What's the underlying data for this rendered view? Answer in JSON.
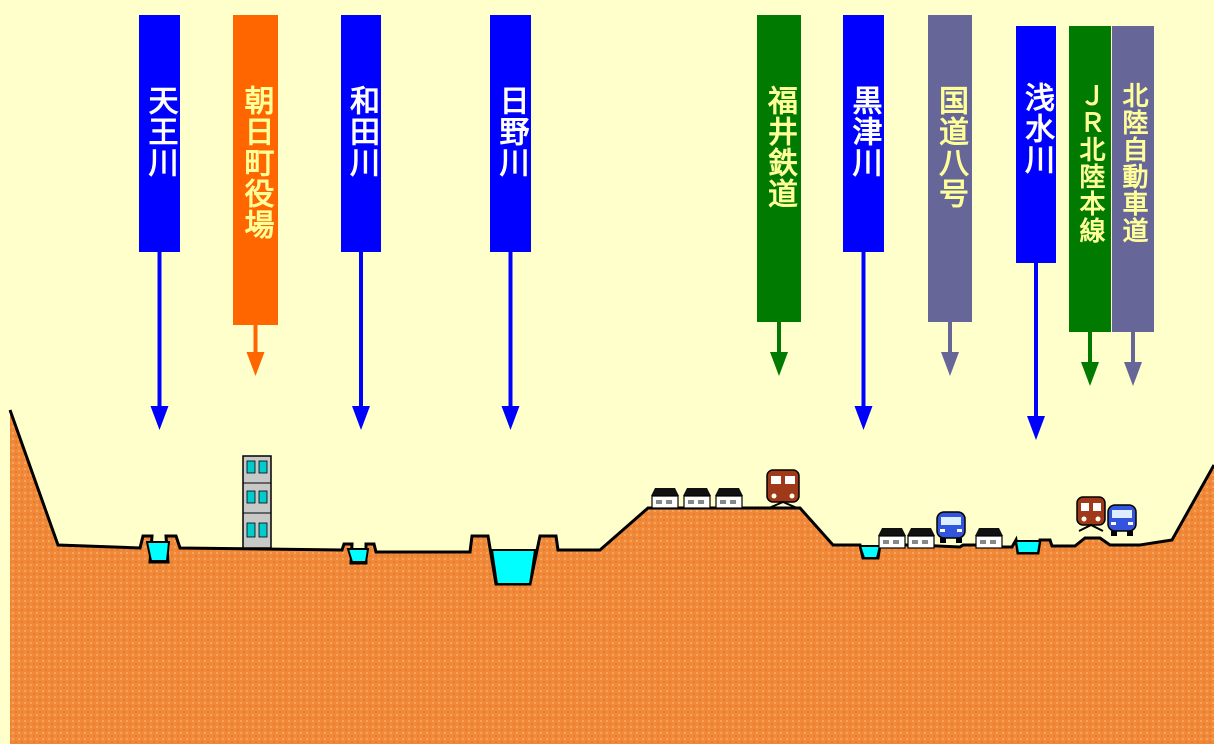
{
  "colors": {
    "background": "#FFFFCC",
    "ground": "#F08A3A",
    "ground_edge": "#000000",
    "water": "#00FFFF",
    "river": "#0000FF",
    "town_hall": "#FF6600",
    "railway": "#007A00",
    "road": "#666699",
    "text_on_blue": "#FFFFFF",
    "text_on_other": "#FFFF99"
  },
  "labels": [
    {
      "id": "tennou",
      "kind": "river",
      "text": "天王川",
      "text_color": "#FFFFFF",
      "arrow": "long"
    },
    {
      "id": "asahi",
      "kind": "town_hall",
      "text": "朝日町役場",
      "text_color": "#FFFF99",
      "arrow": "short"
    },
    {
      "id": "wada",
      "kind": "river",
      "text": "和田川",
      "text_color": "#FFFFFF",
      "arrow": "long"
    },
    {
      "id": "hino",
      "kind": "river",
      "text": "日野川",
      "text_color": "#FFFFFF",
      "arrow": "long"
    },
    {
      "id": "fukui",
      "kind": "railway",
      "text": "福井鉄道",
      "text_color": "#FFFF99",
      "arrow": "short"
    },
    {
      "id": "kurotsu",
      "kind": "river",
      "text": "黒津川",
      "text_color": "#FFFFFF",
      "arrow": "long"
    },
    {
      "id": "route8",
      "kind": "road",
      "text": "国道八号",
      "text_color": "#FFFF99",
      "arrow": "short"
    },
    {
      "id": "asouzu",
      "kind": "river",
      "text": "浅水川",
      "text_color": "#FFFFFF",
      "arrow": "long"
    },
    {
      "id": "jr",
      "kind": "railway",
      "text": "ＪＲ北陸本線",
      "text_color": "#FFFF99",
      "arrow": "short"
    },
    {
      "id": "hokuriku",
      "kind": "road",
      "text": "北陸自動車道",
      "text_color": "#FFFF99",
      "arrow": "short"
    }
  ],
  "terrain_features": {
    "town_hall_building": "building-icon",
    "houses": "house-icon",
    "trains": "train-icon",
    "cars": "car-icon"
  }
}
